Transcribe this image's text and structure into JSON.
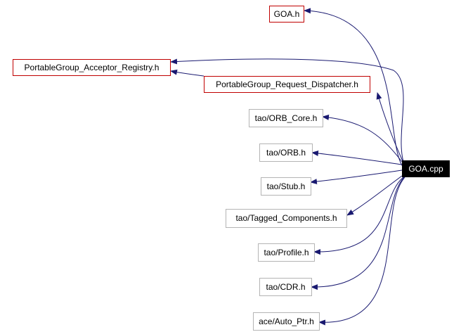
{
  "graph": {
    "root": {
      "label": "GOA.cpp"
    },
    "nodes": [
      {
        "id": "goa_h",
        "label": "GOA.h",
        "style": "linked"
      },
      {
        "id": "pg_acceptor_registry",
        "label": "PortableGroup_Acceptor_Registry.h",
        "style": "linked"
      },
      {
        "id": "pg_request_dispatcher",
        "label": "PortableGroup_Request_Dispatcher.h",
        "style": "linked"
      },
      {
        "id": "orb_core",
        "label": "tao/ORB_Core.h",
        "style": "plain"
      },
      {
        "id": "orb",
        "label": "tao/ORB.h",
        "style": "plain"
      },
      {
        "id": "stub",
        "label": "tao/Stub.h",
        "style": "plain"
      },
      {
        "id": "tagged_components",
        "label": "tao/Tagged_Components.h",
        "style": "plain"
      },
      {
        "id": "profile",
        "label": "tao/Profile.h",
        "style": "plain"
      },
      {
        "id": "cdr",
        "label": "tao/CDR.h",
        "style": "plain"
      },
      {
        "id": "auto_ptr",
        "label": "ace/Auto_Ptr.h",
        "style": "plain"
      }
    ],
    "edges": [
      {
        "from": "root",
        "to": "goa_h"
      },
      {
        "from": "root",
        "to": "pg_acceptor_registry"
      },
      {
        "from": "root",
        "to": "pg_request_dispatcher"
      },
      {
        "from": "pg_request_dispatcher",
        "to": "pg_acceptor_registry"
      },
      {
        "from": "root",
        "to": "orb_core"
      },
      {
        "from": "root",
        "to": "orb"
      },
      {
        "from": "root",
        "to": "stub"
      },
      {
        "from": "root",
        "to": "tagged_components"
      },
      {
        "from": "root",
        "to": "profile"
      },
      {
        "from": "root",
        "to": "cdr"
      },
      {
        "from": "root",
        "to": "auto_ptr"
      }
    ],
    "colors": {
      "edge": "#191970",
      "linked_border": "#c00000",
      "plain_border": "#b4b4b4",
      "root_fill": "#000000",
      "root_text": "#ffffff"
    }
  }
}
